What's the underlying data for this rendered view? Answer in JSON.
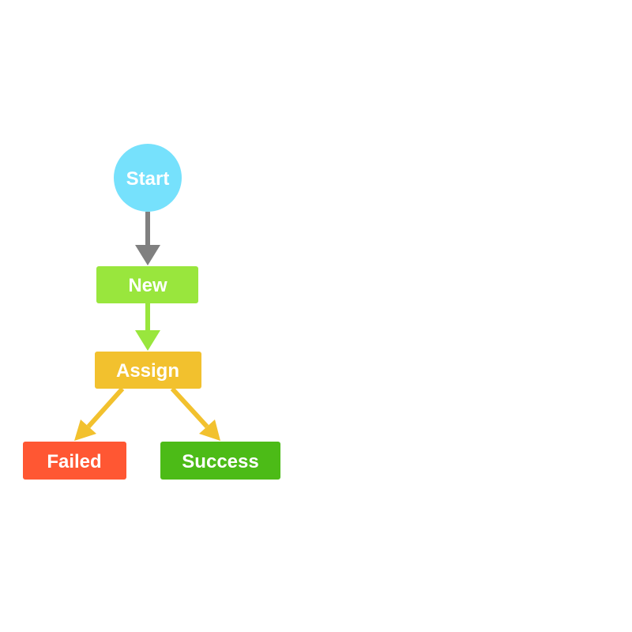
{
  "colors": {
    "start": "#76E1FC",
    "start_edge": "#808080",
    "new": "#99E63D",
    "assign": "#F2C12E",
    "failed": "#FF5733",
    "success": "#4CBB17"
  },
  "nodes": {
    "start": {
      "label": "Start",
      "shape": "circle"
    },
    "new": {
      "label": "New",
      "shape": "rect"
    },
    "assign": {
      "label": "Assign",
      "shape": "rect"
    },
    "failed": {
      "label": "Failed",
      "shape": "rect"
    },
    "success": {
      "label": "Success",
      "shape": "rect"
    }
  },
  "edges": [
    {
      "from": "start",
      "to": "new"
    },
    {
      "from": "new",
      "to": "assign"
    },
    {
      "from": "assign",
      "to": "failed"
    },
    {
      "from": "assign",
      "to": "success"
    }
  ]
}
